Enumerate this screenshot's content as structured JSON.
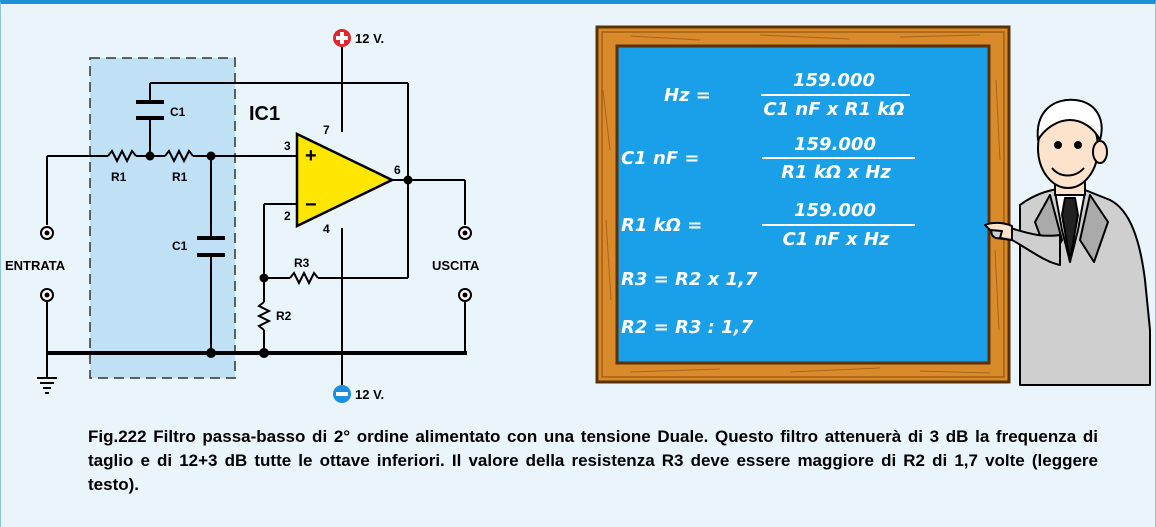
{
  "circuit": {
    "supply_pos": "12 V.",
    "supply_neg": "12 V.",
    "opamp": "IC1",
    "pin3": "3",
    "pin7": "7",
    "pin6": "6",
    "pin2": "2",
    "pin4": "4",
    "plus": "+",
    "minus": "−",
    "c1_top": "C1",
    "c1_bottom": "C1",
    "r1_left": "R1",
    "r1_right": "R1",
    "r3": "R3",
    "r2": "R2",
    "input": "ENTRATA",
    "output": "USCITA"
  },
  "board": {
    "f1_lhs": "Hz =",
    "f1_num": "159.000",
    "f1_den": "C1 nF x R1 kΩ",
    "f2_lhs": "C1 nF =",
    "f2_num": "159.000",
    "f2_den": "R1 kΩ x Hz",
    "f3_lhs": "R1 kΩ =",
    "f3_num": "159.000",
    "f3_den": "C1 nF x Hz",
    "f4": "R3 = R2 x 1,7",
    "f5": "R2 = R3 : 1,7"
  },
  "caption": "Fig.222 Filtro passa-basso di 2° ordine alimentato con una tensione Duale. Questo filtro attenuerà di 3 dB la frequenza di taglio e di 12+3 dB tutte le ottave inferiori. Il valore della resistenza R3 deve essere maggiore di R2 di 1,7 volte (leggere testo).",
  "colors": {
    "frame_blue": "#1f8fd6",
    "highlight": "#bfe0f5",
    "opamp_yellow": "#ffe600",
    "board_blue": "#1aa0e8",
    "board_frame": "#d98a2b",
    "supply_red": "#e3262c",
    "supply_blue": "#1a8fe0"
  }
}
